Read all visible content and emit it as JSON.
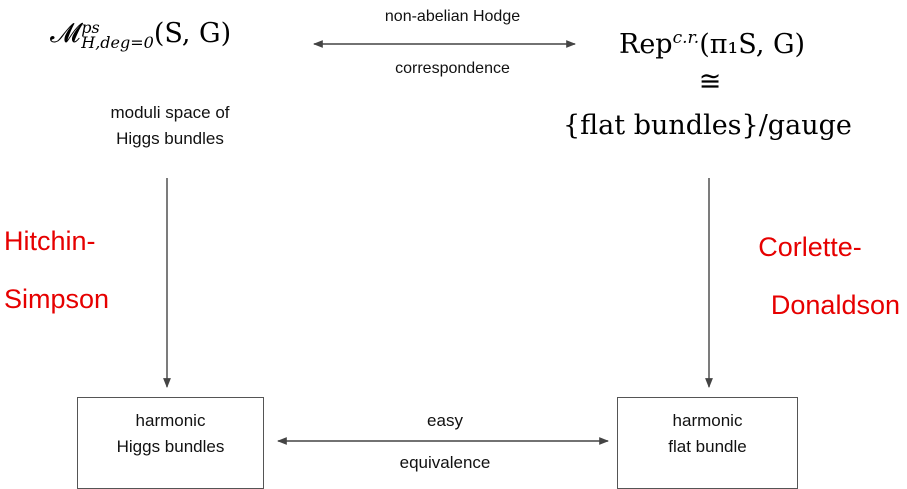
{
  "top_left": {
    "symbol": "𝓜",
    "sup": "ps",
    "sub": "H,deg=0",
    "args": "(S, G)",
    "caption_line1": "moduli space of",
    "caption_line2": "Higgs bundles"
  },
  "top_right": {
    "line1_prefix": "Rep",
    "line1_sup": "c.r.",
    "line1_args": "(π₁S, G)",
    "line2": "≅",
    "line3": "{flat bundles}/gauge"
  },
  "top_arrow": {
    "label_top": "non-abelian Hodge",
    "label_bottom": "correspondence"
  },
  "left_label": {
    "line1": "Hitchin-",
    "line2": "Simpson"
  },
  "right_label": {
    "line1": "Corlette-",
    "line2": "Donaldson"
  },
  "bottom_left_box": {
    "line1": "harmonic",
    "line2": "Higgs bundles"
  },
  "bottom_right_box": {
    "line1": "harmonic",
    "line2": "flat bundle"
  },
  "bottom_arrow": {
    "label_top": "easy",
    "label_bottom": "equivalence"
  },
  "colors": {
    "accent_red": "#e60000",
    "line": "#444444"
  }
}
